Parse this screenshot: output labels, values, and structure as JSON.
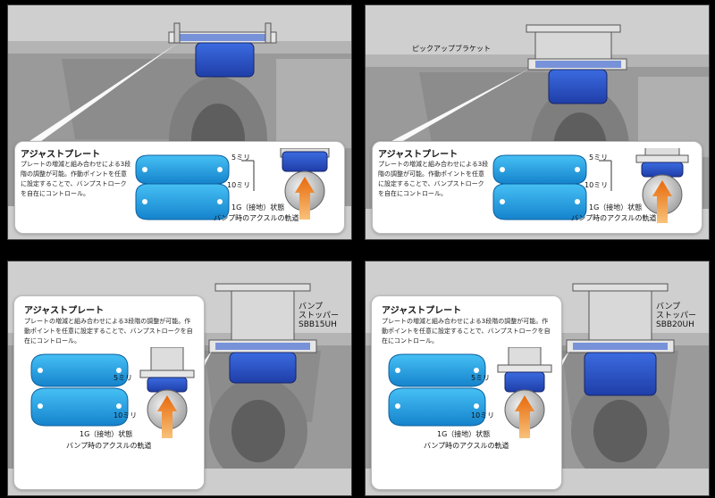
{
  "panels": [
    {
      "callout_title": "アジャストプレート",
      "description": "プレートの増減と組み合わせによる3段階の調整が可能。作動ポイントを任意に設定することで、バンプストロークを自在にコントロール。",
      "plate_5mm": "5ミリ",
      "plate_10mm": "10ミリ",
      "state_1g": "1G（接地）状態",
      "axle_path": "バンプ時のアクスルの軌道"
    },
    {
      "bracket_label": "ピックアップブラケット",
      "callout_title": "アジャストプレート",
      "description": "プレートの増減と組み合わせによる3段階の調整が可能。作動ポイントを任意に設定することで、バンプストロークを自在にコントロール。",
      "plate_5mm": "5ミリ",
      "plate_10mm": "10ミリ",
      "state_1g": "1G（接地）状態",
      "axle_path": "バンプ時のアクスルの軌道"
    },
    {
      "product_line1": "バンプ",
      "product_line2": "ストッパー",
      "product_code": "SBB15UH",
      "callout_title": "アジャストプレート",
      "description": "プレートの増減と組み合わせによる3段階の調整が可能。作動ポイントを任意に設定することで、バンプストロークを自在にコントロール。",
      "plate_5mm": "5ミリ",
      "plate_10mm": "10ミリ",
      "state_1g": "1G（接地）状態",
      "axle_path": "バンプ時のアクスルの軌道"
    },
    {
      "product_line1": "バンプ",
      "product_line2": "ストッパー",
      "product_code": "SBB20UH",
      "callout_title": "アジャストプレート",
      "description": "プレートの増減と組み合わせによる3段階の調整が可能。作動ポイントを任意に設定することで、バンプストロークを自在にコントロール。",
      "plate_5mm": "5ミリ",
      "plate_10mm": "10ミリ",
      "state_1g": "1G（接地）状態",
      "axle_path": "バンプ時のアクスルの軌道"
    }
  ],
  "colors": {
    "plate_blue": "#1f9fe0",
    "stopper_blue": "#2e56c9",
    "arrow_orange": "#f08a1c",
    "chassis_gray": "#9a9a9a"
  }
}
